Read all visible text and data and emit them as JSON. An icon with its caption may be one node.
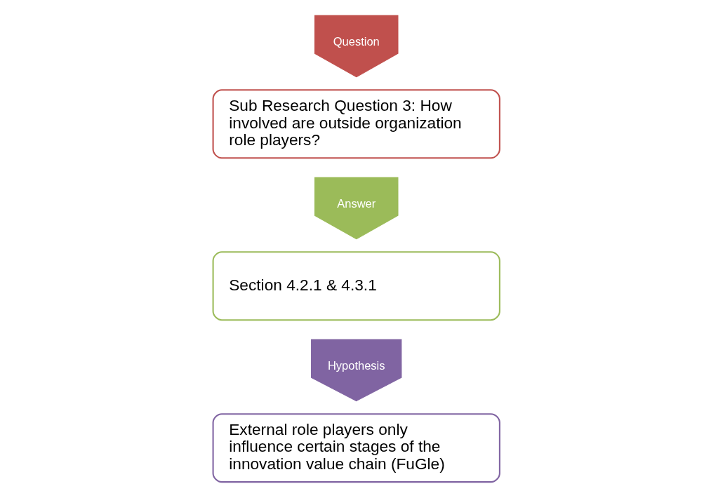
{
  "diagram": {
    "nodes": [
      {
        "text": [
          "Question"
        ]
      },
      {
        "text": [
          "Sub Research Question 3: How involved are outside organization role players?"
        ]
      },
      {
        "text": [
          "Answer"
        ]
      },
      {
        "text": [
          "Section 4.2.1 & 4.3.1"
        ]
      },
      {
        "text": [
          "Hypothesis"
        ]
      },
      {
        "text": [
          "External role players only influence certain stages of the innovation value chain (FuGle)"
        ]
      }
    ]
  }
}
